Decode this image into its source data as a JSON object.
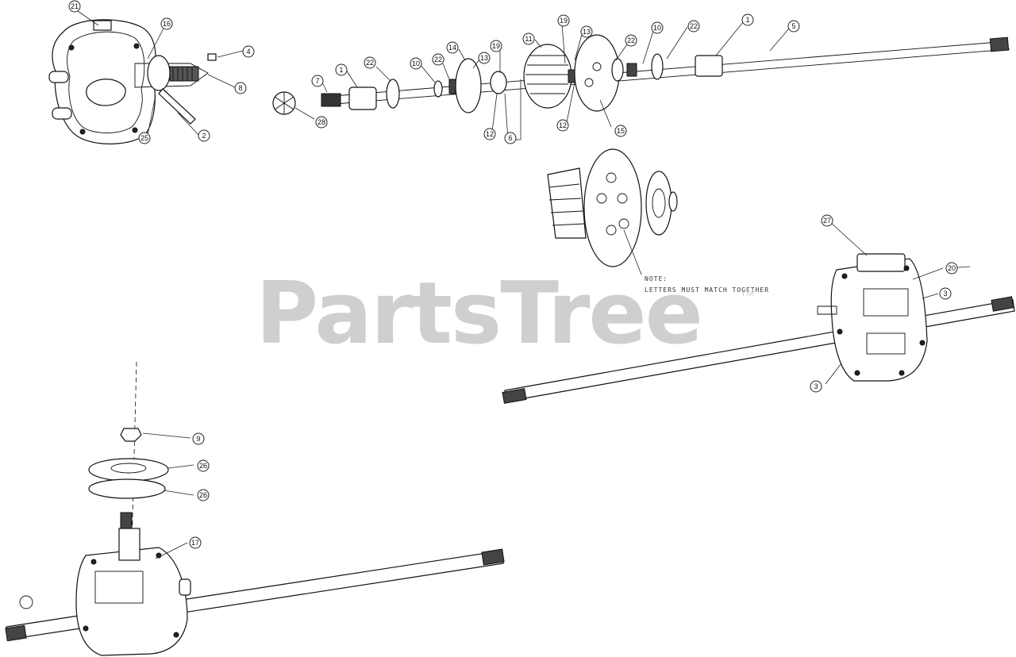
{
  "watermark": {
    "brand": "PartsTree",
    "trademark": "TM"
  },
  "note": {
    "line1": "NOTE:",
    "line2": "LETTERS MUST MATCH TOGETHER"
  },
  "callouts": [
    {
      "id": "c21a",
      "label": "21"
    },
    {
      "id": "c16",
      "label": "16"
    },
    {
      "id": "c4",
      "label": "4"
    },
    {
      "id": "c8",
      "label": "8"
    },
    {
      "id": "c25",
      "label": "25"
    },
    {
      "id": "c2",
      "label": "2"
    },
    {
      "id": "c7",
      "label": "7"
    },
    {
      "id": "c1a",
      "label": "1"
    },
    {
      "id": "c22a",
      "label": "22"
    },
    {
      "id": "c10a",
      "label": "10"
    },
    {
      "id": "c22b",
      "label": "22"
    },
    {
      "id": "c14",
      "label": "14"
    },
    {
      "id": "c13a",
      "label": "13"
    },
    {
      "id": "c19a",
      "label": "19"
    },
    {
      "id": "c11",
      "label": "11"
    },
    {
      "id": "c19b",
      "label": "19"
    },
    {
      "id": "c13b",
      "label": "13"
    },
    {
      "id": "c22c",
      "label": "22"
    },
    {
      "id": "c10b",
      "label": "10"
    },
    {
      "id": "c22d",
      "label": "22"
    },
    {
      "id": "c1b",
      "label": "1"
    },
    {
      "id": "c5",
      "label": "5"
    },
    {
      "id": "c28",
      "label": "28"
    },
    {
      "id": "c12a",
      "label": "12"
    },
    {
      "id": "c6",
      "label": "6"
    },
    {
      "id": "c12b",
      "label": "12"
    },
    {
      "id": "c15",
      "label": "15"
    },
    {
      "id": "c27",
      "label": "27"
    },
    {
      "id": "c20",
      "label": "20"
    },
    {
      "id": "c3a",
      "label": "3"
    },
    {
      "id": "c3b",
      "label": "3"
    },
    {
      "id": "c9",
      "label": "9"
    },
    {
      "id": "c26a",
      "label": "26"
    },
    {
      "id": "c26b",
      "label": "26"
    },
    {
      "id": "c17",
      "label": "17"
    }
  ]
}
